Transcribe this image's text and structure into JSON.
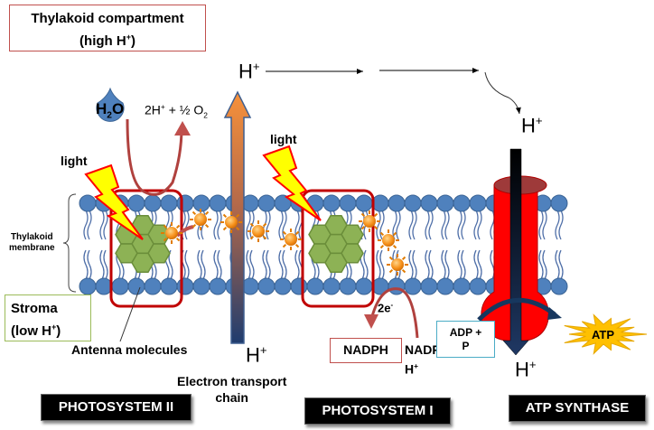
{
  "labels": {
    "thylakoid_compartment": "Thylakoid compartment",
    "thylakoid_compartment_sub": "(high H",
    "stroma": "Stroma",
    "stroma_sub": "(low H",
    "thylakoid_membrane_1": "Thylakoid",
    "thylakoid_membrane_2": "membrane",
    "antenna": "Antenna molecules",
    "light_1": "light",
    "light_2": "light",
    "water_h": "H",
    "water_2": "2",
    "water_o": "O",
    "water_products": "2H",
    "water_products_rest": " + ½ O",
    "water_products_sub": "2",
    "etc_1": "Electron transport",
    "etc_2": "chain",
    "h_top": "H",
    "h_bottom_etc": "H",
    "h_atp_top": "H",
    "h_atp_bottom": "H",
    "plus": "+",
    "close_paren": ")",
    "electrons": "2e",
    "minus": "-",
    "nadph": "NADPH",
    "nadp_1": "NADP",
    "nadp_2": "H",
    "adp_1": "ADP +",
    "adp_2": "P",
    "atp": "ATP"
  },
  "sections": {
    "ps2": "PHOTOSYSTEM II",
    "ps1": "PHOTOSYSTEM I",
    "atp_synthase": "ATP SYNTHASE"
  },
  "colors": {
    "membrane_head": "#4f81bd",
    "photosystem_frame": "#c00000",
    "antenna_hex": "#8db255",
    "atp_synthase": "#ff0000",
    "etc_arrow_top": "#f79646",
    "etc_arrow_bottom": "#1f3864",
    "atp_star": "#ffc000"
  }
}
